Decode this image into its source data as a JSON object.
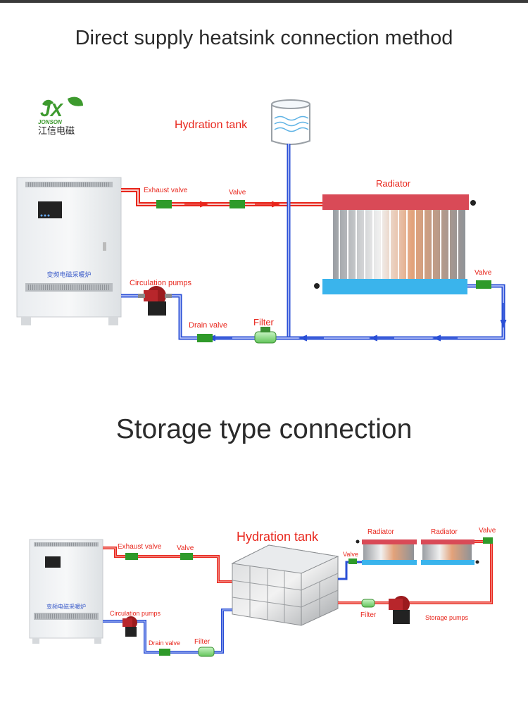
{
  "titles": {
    "direct": "Direct supply heatsink connection method",
    "storage": "Storage type connection"
  },
  "logo": {
    "mark": "JX",
    "brand": "JONSON",
    "chinese": "江信电磁"
  },
  "colors": {
    "hot": "#e8261c",
    "cold": "#2a4fd6",
    "valve": "#2f9a2a",
    "radiator_top": "#d94a57",
    "radiator_bottom": "#3ab4ec"
  },
  "boiler_label": "变频电磁采暖炉",
  "diagram1": {
    "hydration_tank": "Hydration tank",
    "exhaust_valve": "Exhaust valve",
    "valve_top": "Valve",
    "radiator": "Radiator",
    "valve_right": "Valve",
    "circulation_pumps": "Circulation pumps",
    "drain_valve": "Drain valve",
    "filter": "Filter"
  },
  "diagram2": {
    "hydration_tank": "Hydration tank",
    "exhaust_valve": "Exhaust valve",
    "valve_top": "Valve",
    "radiator_1": "Radiator",
    "radiator_2": "Radiator",
    "valve_right": "Valve",
    "valve_left": "Valve",
    "circulation_pumps": "Circulation pumps",
    "drain_valve": "Drain valve",
    "filter_left": "Filter",
    "filter_right": "Filter",
    "storage_pumps": "Storage pumps"
  }
}
